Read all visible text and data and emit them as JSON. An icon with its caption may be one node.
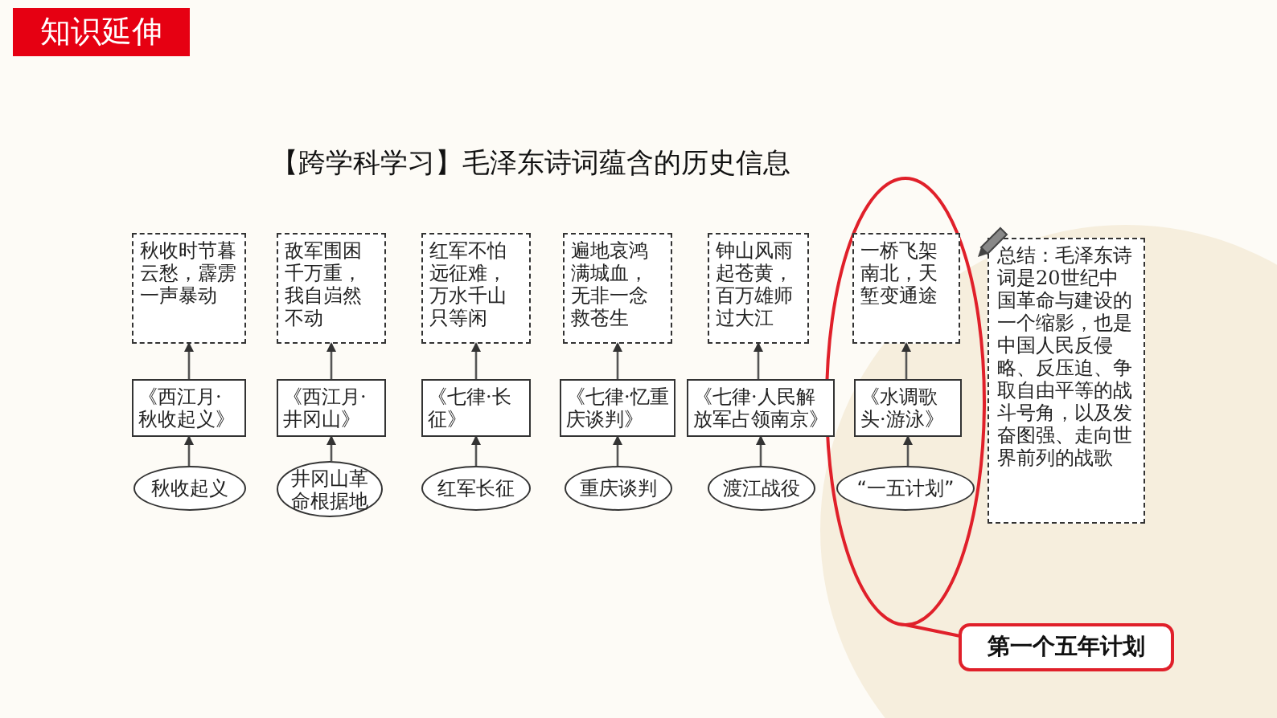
{
  "diagram": {
    "title": "【跨学科学习】毛泽东诗词蕴含的历史信息",
    "nodes": [
      {
        "text": [
          "知识延伸"
        ]
      },
      {
        "text": [],
        "shape": "ellipse"
      },
      {
        "text": [
          "秋收时节暮云愁，霹雳一声暴动"
        ]
      },
      {
        "text": [
          "敌军围困千万重，我自岿然不动"
        ]
      },
      {
        "text": [
          "红军不怕远征难，万水千山只等闲"
        ]
      },
      {
        "text": [
          "遍地哀鸿满城血，无非一念救苍生"
        ]
      },
      {
        "text": [
          "钟山风雨起苍黄，百万雄师过大江"
        ]
      },
      {
        "text": [
          "一桥飞架南北，天堑变通途"
        ],
        "in": 1
      },
      {
        "text": [
          "《西江月·秋收起义》"
        ]
      },
      {
        "text": [
          "《西江月·井冈山》"
        ]
      },
      {
        "text": [
          "《七律·长征》"
        ]
      },
      {
        "text": [
          "《七律·忆重庆谈判》"
        ]
      },
      {
        "text": [
          "《七律·人民解放军占领南京》"
        ]
      },
      {
        "text": [
          "《水调歌头·游泳》"
        ],
        "in": 1
      },
      {
        "text": [
          "秋收起义"
        ]
      },
      {
        "text": [
          "井冈山革命根据地"
        ]
      },
      {
        "text": [
          "红军长征"
        ]
      },
      {
        "text": [
          "重庆谈判"
        ]
      },
      {
        "text": [
          "渡江战役"
        ]
      },
      {
        "text": [
          "“一五计划”"
        ],
        "in": 1
      },
      {
        "text": [
          "总结：毛泽东诗词是20世纪中国革命与建设的一个缩影，也是中国人民反侵略、反压迫、争取自由平等的战斗号角，以及发奋图强、走向世界前列的战歌"
        ]
      },
      {
        "text": [
          "第一个五年计划"
        ]
      }
    ],
    "edges": [
      {
        "from": 14,
        "to": 8,
        "arrow": "to"
      },
      {
        "from": 8,
        "to": 2,
        "arrow": "to"
      },
      {
        "from": 15,
        "to": 9,
        "arrow": "to"
      },
      {
        "from": 9,
        "to": 3,
        "arrow": "to"
      },
      {
        "from": 16,
        "to": 10,
        "arrow": "to"
      },
      {
        "from": 10,
        "to": 4,
        "arrow": "to"
      },
      {
        "from": 17,
        "to": 11,
        "arrow": "to"
      },
      {
        "from": 11,
        "to": 5,
        "arrow": "to"
      },
      {
        "from": 18,
        "to": 12,
        "arrow": "to"
      },
      {
        "from": 12,
        "to": 6,
        "arrow": "to"
      },
      {
        "from": 19,
        "to": 13,
        "arrow": "to"
      },
      {
        "from": 13,
        "to": 7,
        "arrow": "to"
      },
      {
        "from": 21,
        "to": 1,
        "arrow": "none",
        "color": "#e0202a"
      }
    ]
  }
}
